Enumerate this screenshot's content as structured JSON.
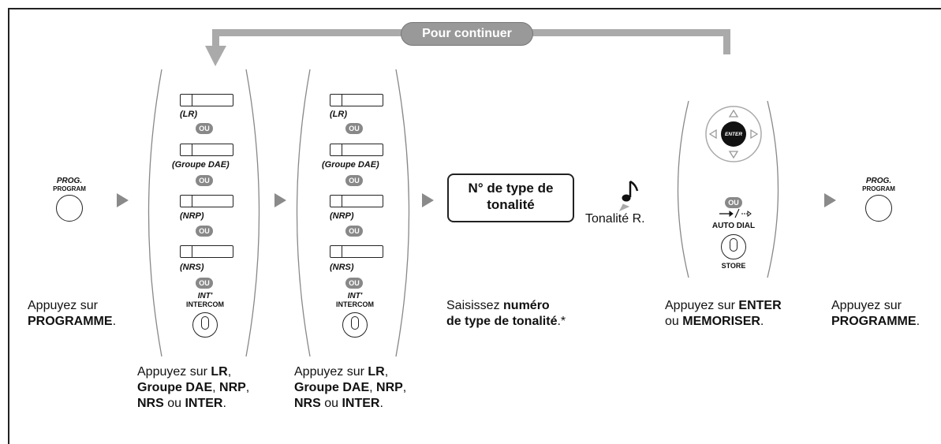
{
  "loop_label": "Pour continuer",
  "prog_start": {
    "italic": "PROG.",
    "sub": "PROGRAM"
  },
  "prog_end": {
    "italic": "PROG.",
    "sub": "PROGRAM"
  },
  "key_groups": [
    {
      "items": [
        "(LR)",
        "(Groupe DAE)",
        "(NRP)",
        "(NRS)"
      ],
      "ou": "OU",
      "int_top": "INT'",
      "int_bottom": "INTERCOM"
    },
    {
      "items": [
        "(LR)",
        "(Groupe DAE)",
        "(NRP)",
        "(NRS)"
      ],
      "ou": "OU",
      "int_top": "INT'",
      "int_bottom": "INTERCOM"
    }
  ],
  "type_box": {
    "line1": "N° de type de",
    "line2": "tonalité"
  },
  "tone": {
    "label": "Tonalité R."
  },
  "enter_group": {
    "enter": "ENTER",
    "ou": "OU",
    "auto_dial": "AUTO DIAL",
    "store": "STORE"
  },
  "captions": {
    "c1": {
      "l1": "Appuyez sur",
      "l2b": "PROGRAMME",
      "l2t": "."
    },
    "c2": {
      "a1": "Appuyez sur ",
      "a1b": "LR",
      "a1t": ",",
      "b1": "Groupe DAE",
      "b2": ", ",
      "b3": "NRP",
      "b4": ",",
      "c1b": "NRS",
      "c2": " ou ",
      "c3b": "INTER",
      "c4": "."
    },
    "c3": {
      "a1": "Appuyez sur ",
      "a1b": "LR",
      "a1t": ",",
      "b1": "Groupe DAE",
      "b2": ", ",
      "b3": "NRP",
      "b4": ",",
      "c1b": "NRS",
      "c2": " ou ",
      "c3b": "INTER",
      "c4": "."
    },
    "c4": {
      "l1": "Saisissez ",
      "l1b": "numéro",
      "l2b": "de type de tonalité",
      "l2t": ".*"
    },
    "c5": {
      "l1": "Appuyez sur ",
      "l1b": "ENTER",
      "l2": "ou ",
      "l2b": "MEMORISER",
      "l2t": "."
    },
    "c6": {
      "l1": "Appuyez sur",
      "l2b": "PROGRAMME",
      "l2t": "."
    }
  }
}
